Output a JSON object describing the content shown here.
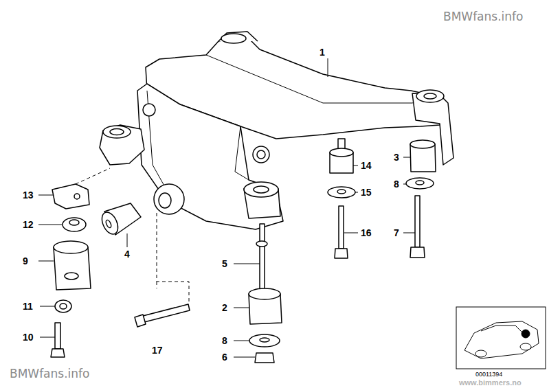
{
  "diagram": {
    "labels": [
      "BMWfans.info",
      "1",
      "14",
      "3",
      "13",
      "8",
      "15",
      "12",
      "4",
      "16",
      "7",
      "9",
      "5",
      "11",
      "2",
      "10",
      "8",
      "17",
      "6",
      "BMWfans.info",
      "00011394",
      "www.bimmers.no"
    ]
  }
}
